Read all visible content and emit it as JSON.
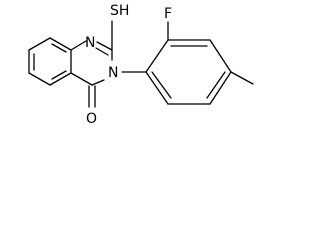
{
  "structure": {
    "atoms": {
      "sh": "SH",
      "n1": "N",
      "n3": "N",
      "o": "O",
      "f": "F"
    },
    "colors": {
      "background": "#ffffff",
      "ink": "#000000"
    }
  }
}
